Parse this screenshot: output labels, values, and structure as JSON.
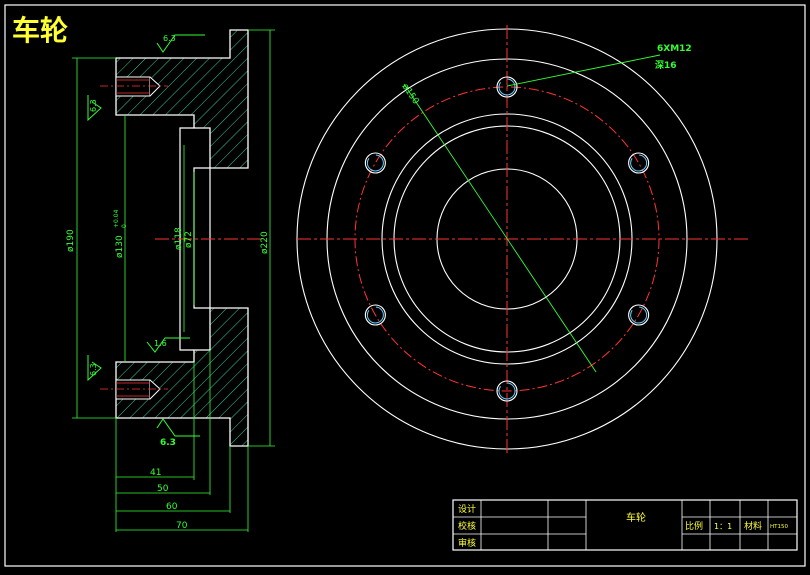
{
  "title": "车轮",
  "colors": {
    "background": "#000000",
    "outline": "#ffffff",
    "dimension": "#33ff33",
    "centerline": "#ff3333",
    "hatch": "#33cc99",
    "hole": "#66ccff",
    "title_text": "#ffff33"
  },
  "section_view": {
    "roughness_marks": [
      "6.3",
      "6.3",
      "1.6",
      "6.3",
      "6.3"
    ],
    "vertical_dims": [
      "ø190",
      "ø130",
      "+0.04",
      "0",
      "ø118",
      "ø72",
      "ø220"
    ],
    "horizontal_dims": [
      "41",
      "50",
      "60",
      "70"
    ]
  },
  "front_view": {
    "diameter_label": "ø150",
    "hole_callout_line1": "6XM12",
    "hole_callout_line2": "深16",
    "hole_count": 6
  },
  "title_block": {
    "row_labels": [
      "设计",
      "校核",
      "审核"
    ],
    "part_name": "车轮",
    "scale_label": "比例",
    "scale_value": "1：1",
    "material_label": "材料",
    "material_value": "HT150"
  }
}
